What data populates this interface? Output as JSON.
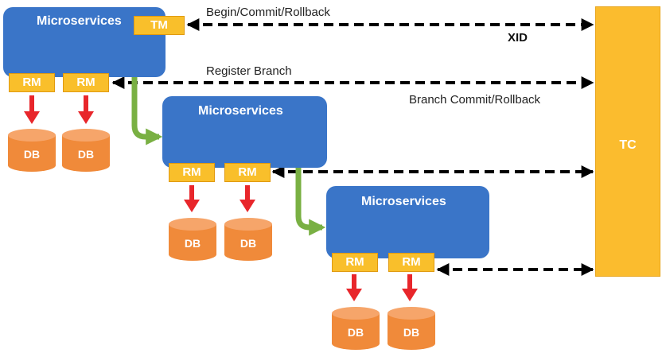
{
  "labels": {
    "begin_commit": "Begin/Commit/Rollback",
    "xid": "XID",
    "register_branch": "Register Branch",
    "branch_commit": "Branch Commit/Rollback"
  },
  "tc": {
    "label": "TC"
  },
  "services": [
    {
      "title": "Microservices",
      "tm": "TM",
      "rm": [
        "RM",
        "RM"
      ],
      "db": [
        "DB",
        "DB"
      ]
    },
    {
      "title": "Microservices",
      "rm": [
        "RM",
        "RM"
      ],
      "db": [
        "DB",
        "DB"
      ]
    },
    {
      "title": "Microservices",
      "rm": [
        "RM",
        "RM"
      ],
      "db": [
        "DB",
        "DB"
      ]
    }
  ],
  "colors": {
    "service_blue": "#3a75c8",
    "tag_yellow": "#f9bf2b",
    "tc_yellow": "#fbbc2e",
    "db_orange": "#f08a3a",
    "down_arrow_red": "#e8262b",
    "flow_arrow_green": "#79b043",
    "dashed_black": "#000000"
  }
}
